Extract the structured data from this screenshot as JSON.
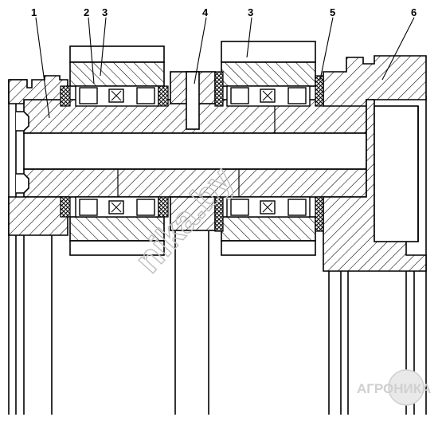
{
  "callouts": [
    {
      "text": "1"
    },
    {
      "text": "2"
    },
    {
      "text": "3"
    },
    {
      "text": "4"
    },
    {
      "text": "3"
    },
    {
      "text": "5"
    },
    {
      "text": "6"
    }
  ],
  "watermark": "nika.by",
  "logo": "АГРОНИКА"
}
